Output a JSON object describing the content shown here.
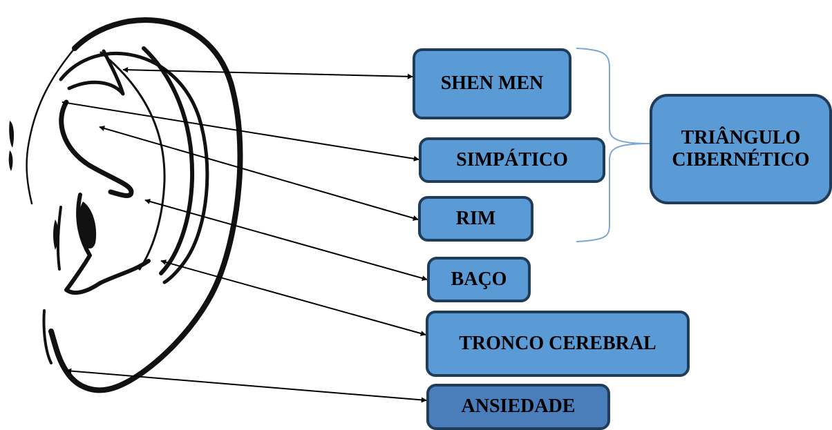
{
  "points": {
    "shen_men": "SHEN MEN",
    "simpatico": "SIMPÁTICO",
    "rim": "RIM",
    "baco": "BAÇO",
    "tronco_cerebral": "TRONCO CEREBRAL",
    "ansiedade": "ANSIEDADE"
  },
  "group": {
    "line1": "TRIÂNGULO",
    "line2": "CIBERNÉTICO"
  },
  "colors": {
    "box_fill": "#5b9bd5",
    "box_fill_dark": "#4a7ebb",
    "box_border": "#1f3c58",
    "bracket": "#7ba7d2",
    "ear_stroke": "#111111"
  }
}
